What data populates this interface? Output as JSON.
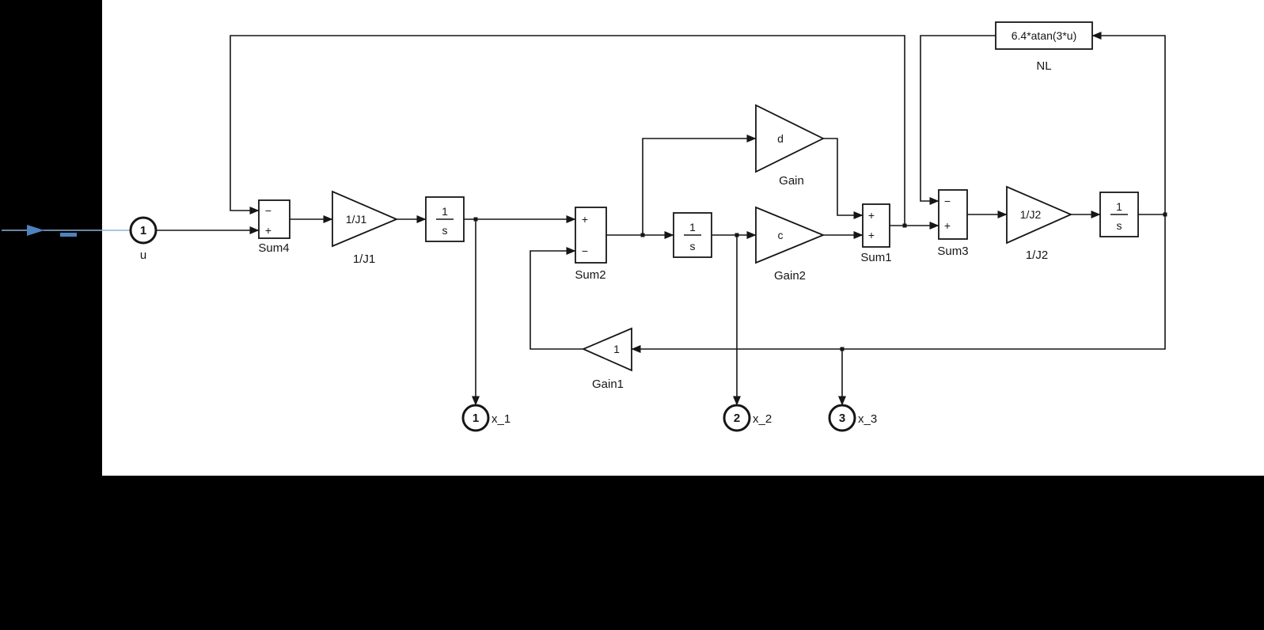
{
  "colors": {
    "background": "#000000",
    "canvas": "#ffffff",
    "line": "#161616",
    "highlight_line": "#8cb4dc",
    "highlight_arrow": "#4f81bd"
  },
  "blocks": {
    "inport_u": {
      "port_number": "1",
      "name": "u"
    },
    "sum4": {
      "name": "Sum4",
      "top_sign": "−",
      "bottom_sign": "+"
    },
    "gain_1j1": {
      "value": "1/J1",
      "name": "1/J1"
    },
    "integrator1": {
      "numerator": "1",
      "denominator": "s"
    },
    "sum2": {
      "name": "Sum2",
      "top_sign": "+",
      "bottom_sign": "−"
    },
    "integrator2": {
      "numerator": "1",
      "denominator": "s"
    },
    "gain_d": {
      "value": "d",
      "name": "Gain"
    },
    "gain_c": {
      "value": "c",
      "name": "Gain2"
    },
    "sum1": {
      "name": "Sum1",
      "top_sign": "+",
      "bottom_sign": "+"
    },
    "sum3": {
      "name": "Sum3",
      "top_sign": "−",
      "bottom_sign": "+"
    },
    "gain_1j2": {
      "value": "1/J2",
      "name": "1/J2"
    },
    "integrator3": {
      "numerator": "1",
      "denominator": "s"
    },
    "nl": {
      "expression": "6.4*atan(3*u)",
      "name": "NL"
    },
    "gain1": {
      "value": "1",
      "name": "Gain1"
    },
    "outport_x1": {
      "port_number": "1",
      "name": "x_1"
    },
    "outport_x2": {
      "port_number": "2",
      "name": "x_2"
    },
    "outport_x3": {
      "port_number": "3",
      "name": "x_3"
    }
  }
}
